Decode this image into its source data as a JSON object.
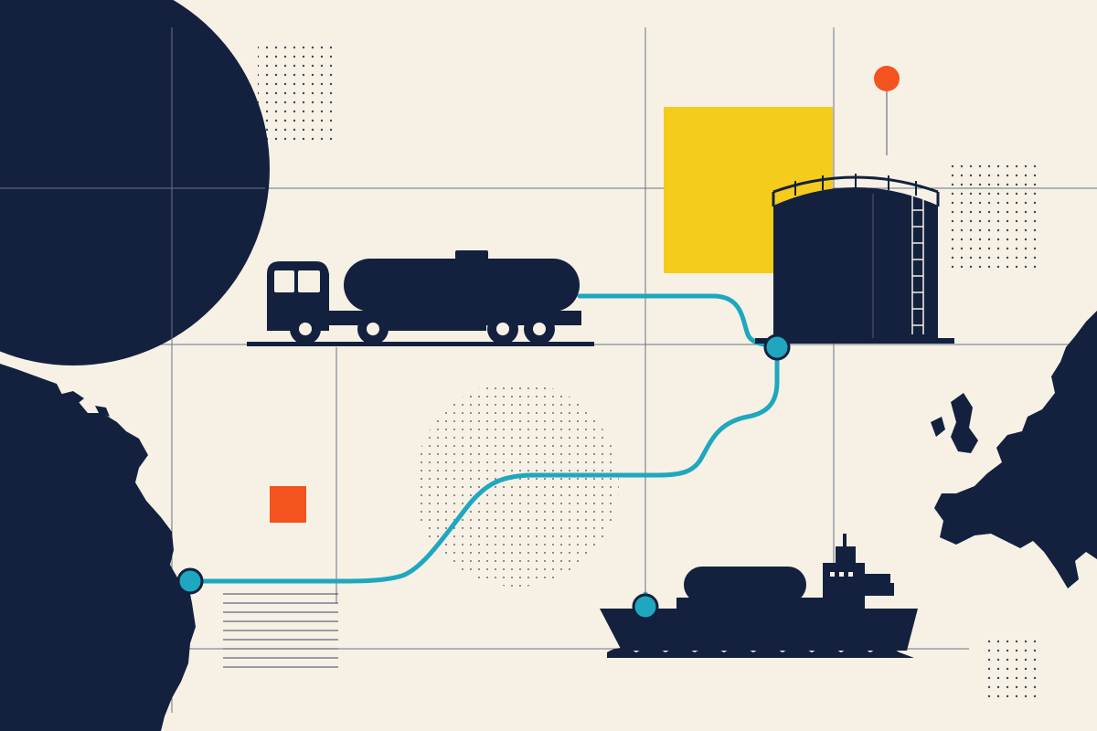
{
  "colors": {
    "background": "#f6f1e4",
    "navy": "#13213f",
    "teal": "#1fa7bf",
    "yellow": "#f5cb1c",
    "orange": "#f2531f",
    "grid_line": "#6b7387",
    "dot": "#3b4560"
  },
  "elements": {
    "globe": "large-navy-globe",
    "left_continent": "south-america-coastline",
    "right_continent": "europe-silhouette",
    "truck": "tanker-truck-icon",
    "tank": "storage-tank-icon",
    "ship": "tanker-ship-icon",
    "route": "teal-supply-route",
    "yellow_block": "yellow-square",
    "orange_block": "orange-square",
    "orange_pin": "orange-pin-marker"
  }
}
